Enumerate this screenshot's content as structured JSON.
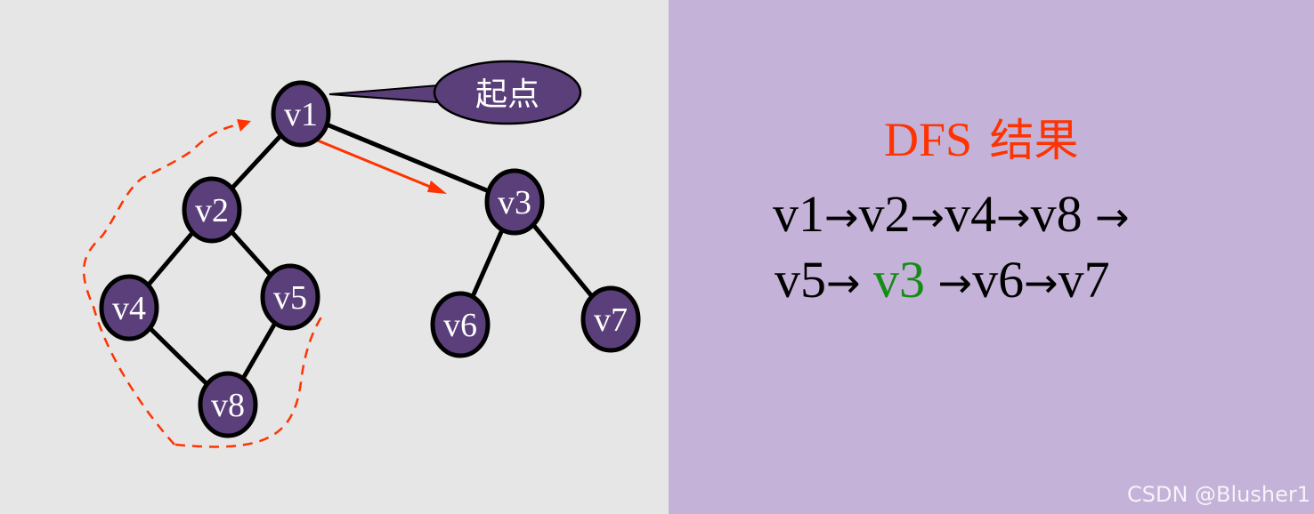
{
  "diagram": {
    "start_label": "起点",
    "nodes": [
      {
        "id": "v1",
        "label": "v1"
      },
      {
        "id": "v2",
        "label": "v2"
      },
      {
        "id": "v3",
        "label": "v3"
      },
      {
        "id": "v4",
        "label": "v4"
      },
      {
        "id": "v5",
        "label": "v5"
      },
      {
        "id": "v6",
        "label": "v6"
      },
      {
        "id": "v7",
        "label": "v7"
      },
      {
        "id": "v8",
        "label": "v8"
      }
    ],
    "edges": [
      [
        "v1",
        "v2"
      ],
      [
        "v1",
        "v3"
      ],
      [
        "v2",
        "v4"
      ],
      [
        "v2",
        "v5"
      ],
      [
        "v4",
        "v8"
      ],
      [
        "v5",
        "v8"
      ],
      [
        "v3",
        "v6"
      ],
      [
        "v3",
        "v7"
      ]
    ],
    "colors": {
      "node_fill": "#5b3f7a",
      "edge": "#000000",
      "traversal": "#ff3300"
    }
  },
  "result": {
    "title_latin": "DFS",
    "title_cjk": "结果",
    "line1": {
      "n1": "v1",
      "n2": "v2",
      "n3": "v4",
      "n4": "v8"
    },
    "line2": {
      "n1": "v5",
      "n2": "v3",
      "n3": "v6",
      "n4": "v7"
    },
    "arrow": "→",
    "highlight_color": "#158c15"
  },
  "watermark": "CSDN @Blusher1"
}
